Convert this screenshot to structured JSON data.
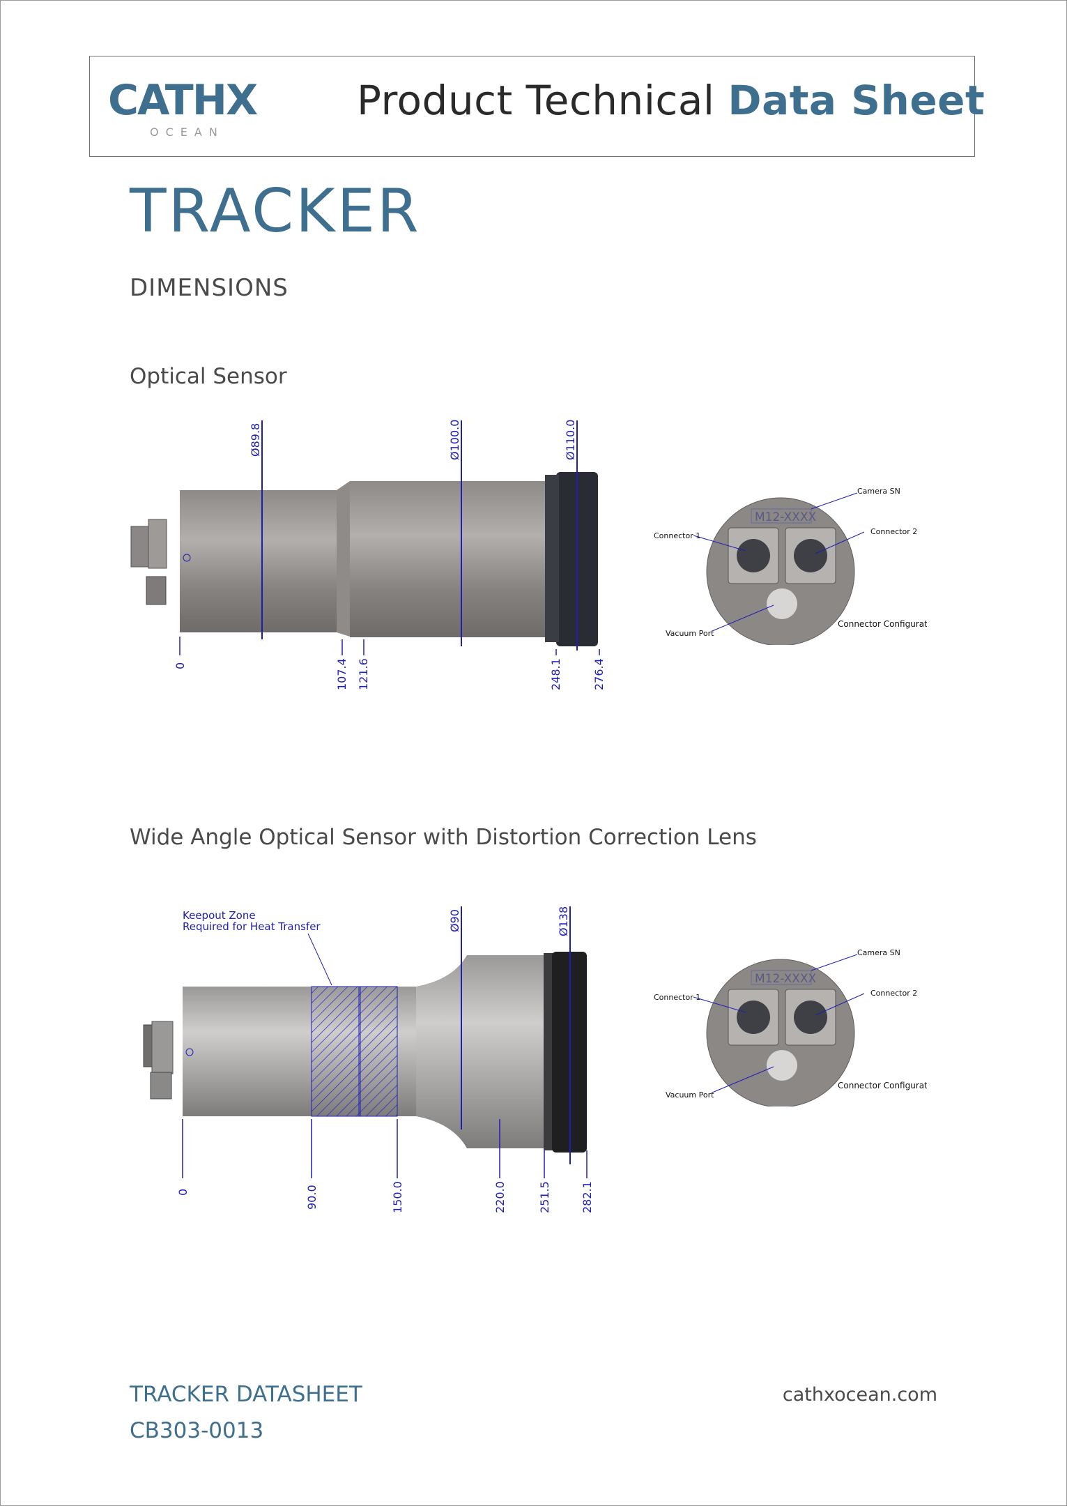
{
  "header": {
    "logo_main": "CATHX",
    "logo_sub": "OCEAN",
    "title_plain": "Product Technical",
    "title_strong": "Data Sheet"
  },
  "product_title": "TRACKER",
  "section_heading": "DIMENSIONS",
  "drawings": [
    {
      "heading": "Optical Sensor",
      "diameters": [
        "Ø89.8",
        "Ø100.0",
        "Ø110.0"
      ],
      "positions": [
        "0",
        "107.4",
        "121.6",
        "248.1",
        "276.4"
      ],
      "connector_view": {
        "camera_sn_label": "Camera SN",
        "serial": "M12-XXXX",
        "connector_1": "Connector 1",
        "connector_2": "Connector 2",
        "vacuum_port": "Vacuum Port",
        "caption": "Connector Configuration"
      }
    },
    {
      "heading": "Wide Angle Optical Sensor with Distortion Correction Lens",
      "keepout_line1": "Keepout Zone",
      "keepout_line2": "Required for Heat Transfer",
      "diameters": [
        "Ø90",
        "Ø138"
      ],
      "positions": [
        "0",
        "90.0",
        "150.0",
        "220.0",
        "251.5",
        "282.1"
      ],
      "connector_view": {
        "camera_sn_label": "Camera SN",
        "serial": "M12-XXXX",
        "connector_1": "Connector 1",
        "connector_2": "Connector 2",
        "vacuum_port": "Vacuum Port",
        "caption": "Connector Configuration"
      }
    }
  ],
  "footer": {
    "datasheet_label": "TRACKER DATASHEET",
    "doc_number": "CB303-0013",
    "website": "cathxocean.com"
  },
  "colors": {
    "brand_blue": "#3f6f8f",
    "dimension_blue": "#1e1eb4",
    "housing_grey": "#8a8785"
  }
}
